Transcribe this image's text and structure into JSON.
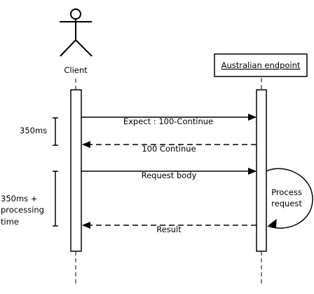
{
  "actors": {
    "client": {
      "label": "Client"
    },
    "server": {
      "label": "Australian endpoint"
    }
  },
  "messages": [
    {
      "label": "Expect : 100-Continue",
      "style": "solid",
      "direction": "client-to-server"
    },
    {
      "label": "100 Continue",
      "style": "dashed",
      "direction": "server-to-client"
    },
    {
      "label": "Request body",
      "style": "solid",
      "direction": "client-to-server"
    },
    {
      "label": "Result",
      "style": "dashed",
      "direction": "server-to-client"
    }
  ],
  "self_message": {
    "label_line1": "Process",
    "label_line2": "request"
  },
  "timings": [
    {
      "line1": "350ms"
    },
    {
      "line1": "350ms +",
      "line2": "processing",
      "line3": "time"
    }
  ],
  "colors": {
    "stroke": "#000000",
    "background": "#ffffff"
  }
}
